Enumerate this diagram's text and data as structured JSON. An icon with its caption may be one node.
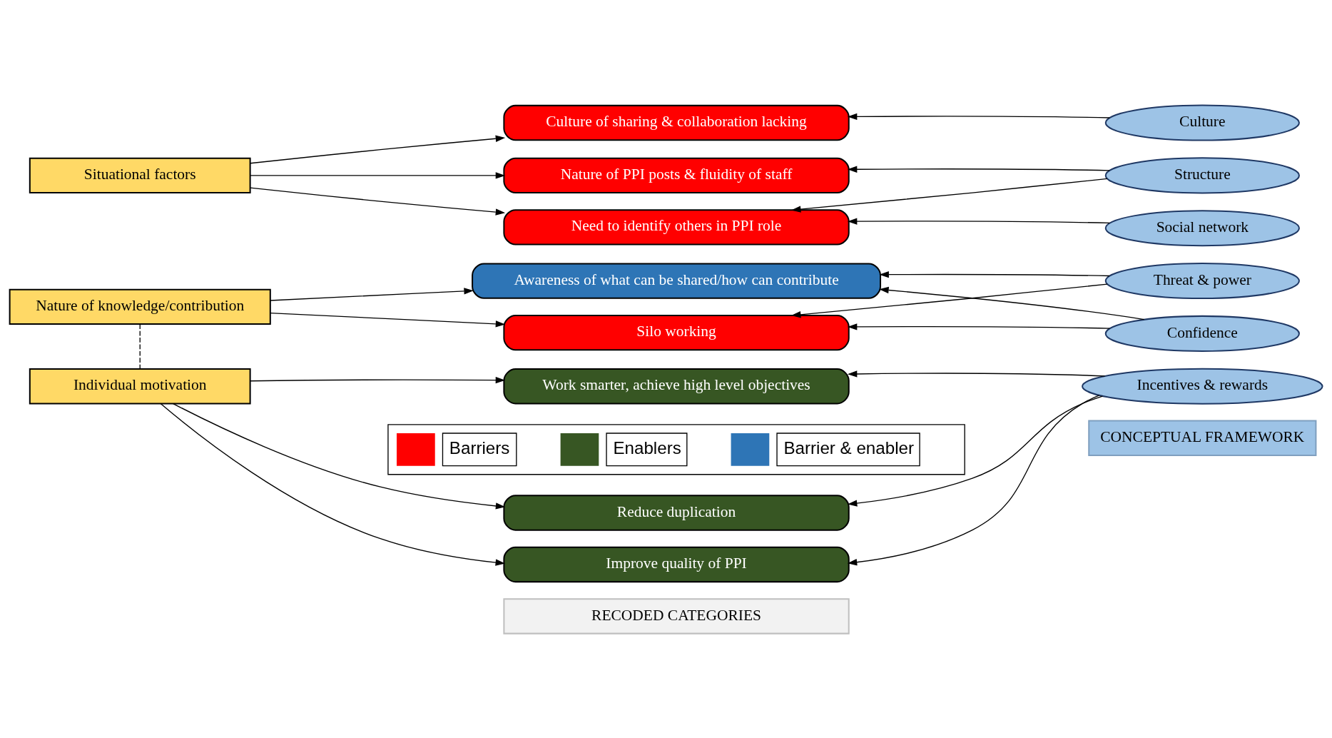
{
  "diagram": {
    "nodes": [
      {
        "text": [
          "RECODED CATEGORIES"
        ]
      },
      {
        "text": [
          "CONCEPTUAL FRAMEWORK"
        ]
      },
      {
        "text": [
          "Nature of knowledge/contribution"
        ]
      },
      {
        "text": [
          "Situational factors"
        ]
      },
      {
        "text": [
          "Individual motivation"
        ]
      },
      {
        "text": [
          "Awareness of what can be shared/how can contribute"
        ]
      },
      {
        "text": [
          "Silo working"
        ]
      },
      {
        "text": [
          "Culture of sharing & collaboration lacking"
        ]
      },
      {
        "text": [
          "Nature of PPI posts & fluidity of staff"
        ]
      },
      {
        "text": [
          "Need to identify others in PPI role"
        ]
      },
      {
        "text": [
          "Reduce duplication"
        ]
      },
      {
        "text": [
          "Improve quality of PPI"
        ]
      },
      {
        "text": [
          "Work smarter, achieve high level objectives"
        ]
      },
      {
        "text": [
          "Confidence"
        ]
      },
      {
        "text": [
          "Threat & power"
        ]
      },
      {
        "text": [
          "Culture"
        ]
      },
      {
        "text": [
          "Structure"
        ]
      },
      {
        "text": [
          "Social network"
        ]
      },
      {
        "text": [
          "Incentives & rewards"
        ]
      }
    ],
    "edges": [
      {
        "from": 2,
        "to": 5,
        "arrow": "to"
      },
      {
        "from": 2,
        "to": 6,
        "arrow": "to"
      },
      {
        "from": 3,
        "to": 7,
        "arrow": "to"
      },
      {
        "from": 3,
        "to": 8,
        "arrow": "to"
      },
      {
        "from": 3,
        "to": 9,
        "arrow": "to"
      },
      {
        "from": 4,
        "to": 10,
        "arrow": "to"
      },
      {
        "from": 4,
        "to": 11,
        "arrow": "to"
      },
      {
        "from": 4,
        "to": 12,
        "arrow": "to"
      },
      {
        "from": 13,
        "to": 5,
        "arrow": "to"
      },
      {
        "from": 13,
        "to": 6,
        "arrow": "to"
      },
      {
        "from": 14,
        "to": 5,
        "arrow": "to"
      },
      {
        "from": 14,
        "to": 6,
        "arrow": "to"
      },
      {
        "from": 15,
        "to": 7,
        "arrow": "to"
      },
      {
        "from": 16,
        "to": 8,
        "arrow": "to"
      },
      {
        "from": 16,
        "to": 9,
        "arrow": "to"
      },
      {
        "from": 17,
        "to": 9,
        "arrow": "to"
      },
      {
        "from": 18,
        "to": 10,
        "arrow": "to"
      },
      {
        "from": 18,
        "to": 11,
        "arrow": "to"
      },
      {
        "from": 18,
        "to": 12,
        "arrow": "to"
      },
      {
        "from": 2,
        "to": 4,
        "arrow": "none",
        "style": "dashed"
      }
    ],
    "legend": [
      {
        "text": "Barriers",
        "color": "#ff0000"
      },
      {
        "text": "Enablers",
        "color": "#375623"
      },
      {
        "text": "Barrier & enabler",
        "color": "#2e75b6"
      }
    ]
  }
}
